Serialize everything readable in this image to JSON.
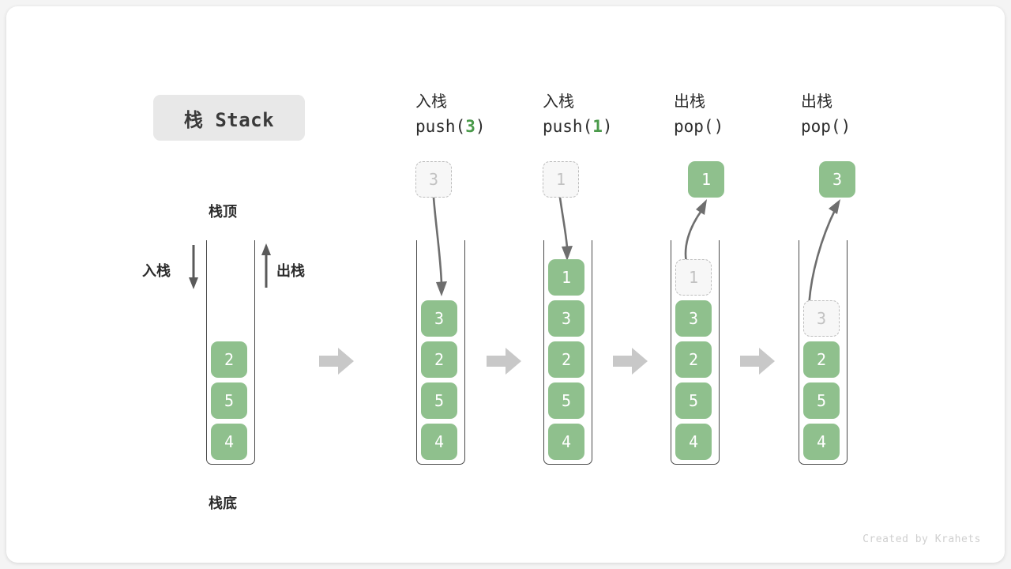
{
  "title": {
    "badge": "栈 Stack"
  },
  "footer": {
    "credit": "Created by Krahets"
  },
  "colors": {
    "element_green": "#8fc08d",
    "ghost_border": "#bdbdbd",
    "ghost_text": "#c2c2c2",
    "container_stroke": "#4a4a4a",
    "arrow_gray": "#6e6e6e",
    "sep_arrow_gray": "#c8c8c8",
    "badge_bg": "#e8e8e8",
    "accent_arg": "#4a9a4a"
  },
  "main_stack": {
    "top_label": "栈顶",
    "bottom_label": "栈底",
    "push_label": "入栈",
    "pop_label": "出栈",
    "push_arrow_icon": "arrow-down-icon",
    "pop_arrow_icon": "arrow-up-icon",
    "elements": [
      "2",
      "5",
      "4"
    ]
  },
  "steps": [
    {
      "id": "push-3",
      "op_cn": "入栈",
      "op_code_prefix": "push(",
      "op_code_arg": "3",
      "op_code_suffix": ")",
      "incoming_ghost": "3",
      "ghost_position": "above",
      "arrow_direction": "down",
      "stack": [
        "3",
        "2",
        "5",
        "4"
      ]
    },
    {
      "id": "push-1",
      "op_cn": "入栈",
      "op_code_prefix": "push(",
      "op_code_arg": "1",
      "op_code_suffix": ")",
      "incoming_ghost": "1",
      "ghost_position": "above",
      "arrow_direction": "down",
      "stack": [
        "1",
        "3",
        "2",
        "5",
        "4"
      ]
    },
    {
      "id": "pop-1",
      "op_cn": "出栈",
      "op_code_prefix": "pop(",
      "op_code_arg": "",
      "op_code_suffix": ")",
      "popped_value": "1",
      "ghost_in_stack": "1",
      "arrow_direction": "up",
      "stack": [
        "1",
        "3",
        "2",
        "5",
        "4"
      ]
    },
    {
      "id": "pop-3",
      "op_cn": "出栈",
      "op_code_prefix": "pop(",
      "op_code_arg": "",
      "op_code_suffix": ")",
      "popped_value": "3",
      "ghost_in_stack": "3",
      "arrow_direction": "up",
      "stack": [
        "3",
        "2",
        "5",
        "4"
      ]
    }
  ],
  "separators": [
    "arrow-right-icon",
    "arrow-right-icon",
    "arrow-right-icon",
    "arrow-right-icon"
  ]
}
